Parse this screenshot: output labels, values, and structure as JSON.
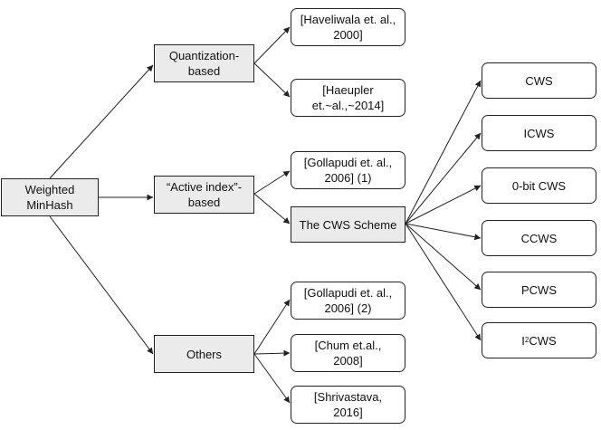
{
  "nodes": {
    "root": "Weighted\nMinHash",
    "quantization": "Quantization-\nbased",
    "active_index": "“Active index”-\nbased",
    "others": "Others",
    "haveliwala": "[Haveliwala et. al.,\n2000]",
    "haeupler": "[Haeupler\net.~al.,~2014]",
    "gollapudi_1": "[Gollapudi et. al.,\n2006] (1)",
    "cws_scheme": "The CWS Scheme",
    "gollapudi_2": "[Gollapudi et. al.,\n2006] (2)",
    "chum": "[Chum et.al.,\n2008]",
    "shrivastava": "[Shrivastava,\n2016]",
    "cws": "CWS",
    "icws": "ICWS",
    "zero_bit_cws": "0-bit CWS",
    "ccws": "CCWS",
    "pcws": "PCWS",
    "i2cws": {
      "base": "I",
      "sup": "2",
      "rest": "CWS"
    }
  },
  "colors": {
    "line": "#222222",
    "gray_fill": "#ebebeb",
    "white_fill": "#ffffff"
  }
}
